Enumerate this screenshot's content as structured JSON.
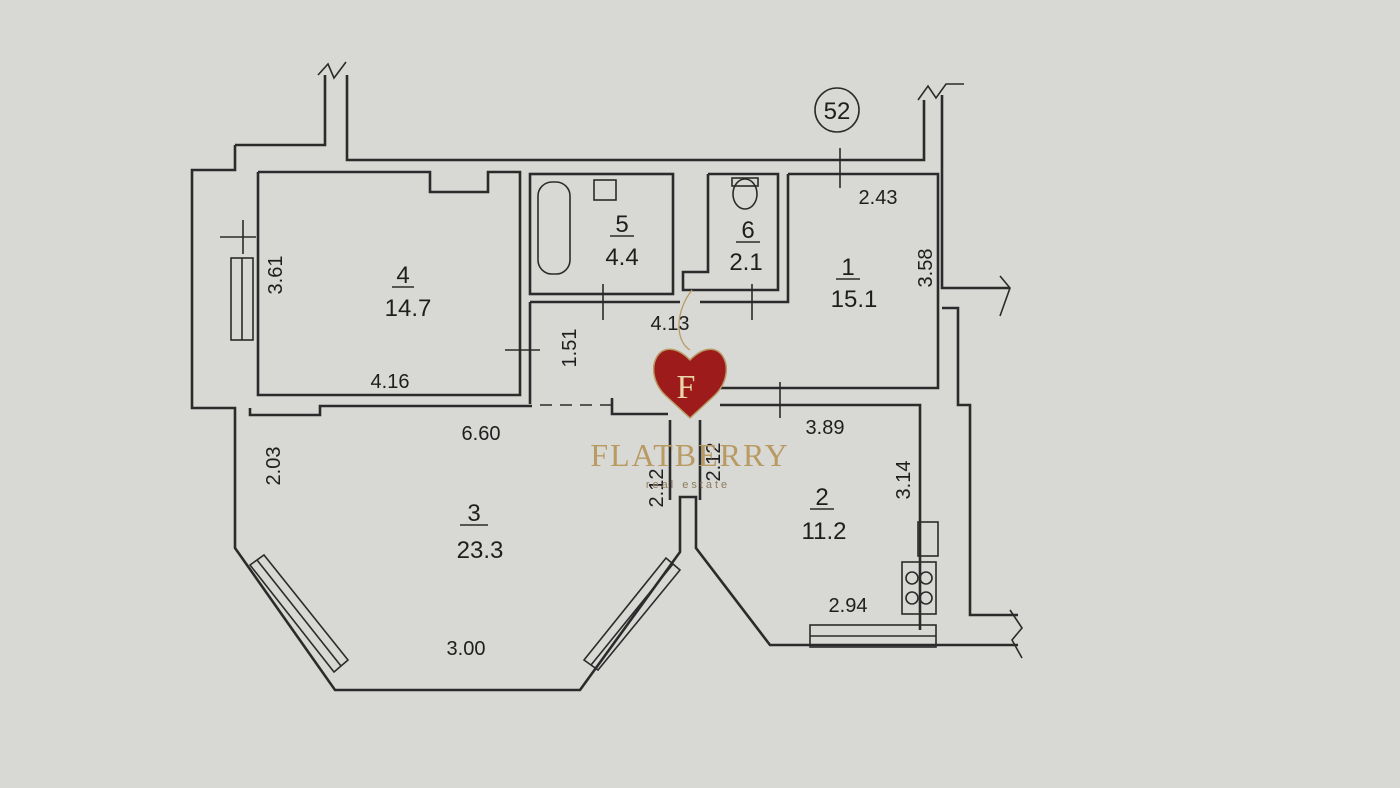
{
  "plan": {
    "section_number": "52",
    "rooms": [
      {
        "id": "1",
        "number": "1",
        "area": "15.1"
      },
      {
        "id": "2",
        "number": "2",
        "area": "11.2"
      },
      {
        "id": "3",
        "number": "3",
        "area": "23.3"
      },
      {
        "id": "4",
        "number": "4",
        "area": "14.7"
      },
      {
        "id": "5",
        "number": "5",
        "area": "4.4"
      },
      {
        "id": "6",
        "number": "6",
        "area": "2.1"
      }
    ],
    "dimensions": {
      "d_2_43": "2.43",
      "d_3_58": "3.58",
      "d_3_61": "3.61",
      "d_4_16": "4.16",
      "d_1_51": "1.51",
      "d_4_13": "4.13",
      "d_6_60": "6.60",
      "d_3_89": "3.89",
      "d_2_03": "2.03",
      "d_3_14": "3.14",
      "d_3_00": "3.00",
      "d_2_94": "2.94",
      "d_2_12a": "2.12",
      "d_2_12b": "2.12"
    }
  },
  "watermark": {
    "brand": "FLATBERRY",
    "tagline": "real estate",
    "logo_letter": "F",
    "logo_color": "#9e1b1b",
    "text_color": "#b99a63"
  }
}
